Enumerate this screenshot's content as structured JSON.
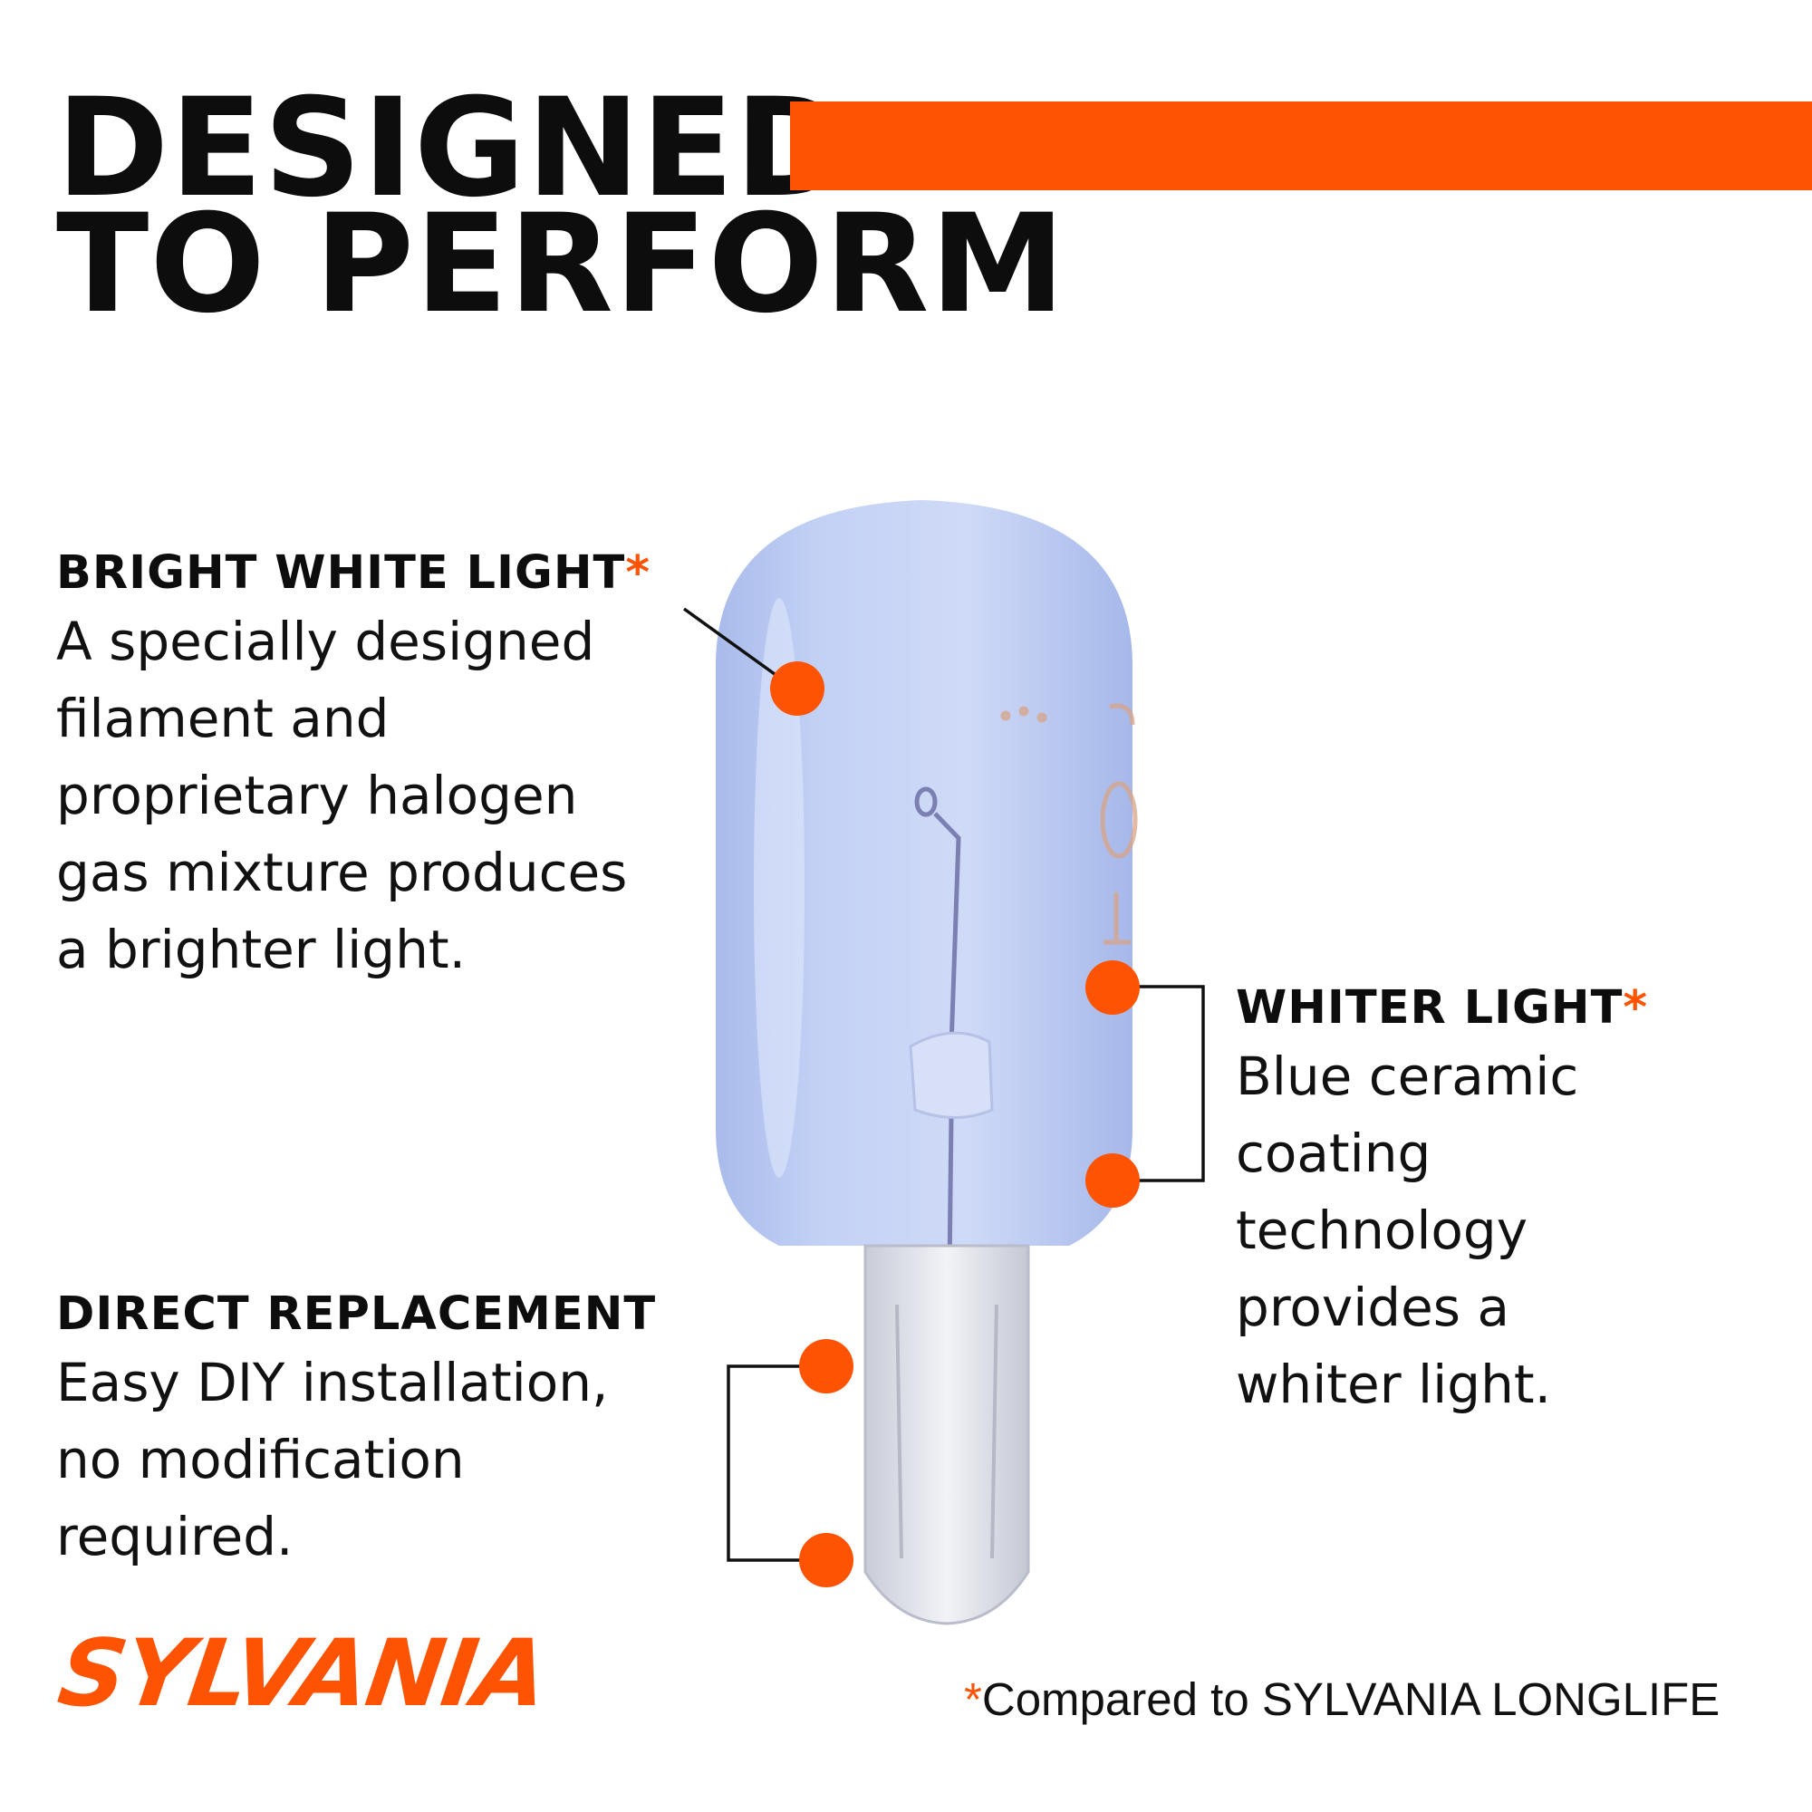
{
  "headline": {
    "line1": "DESIGNED",
    "line2": "TO PERFORM"
  },
  "callouts": {
    "bright": {
      "title": "BRIGHT WHITE LIGHT",
      "asterisk": "*",
      "lines": [
        "A specially designed",
        "filament and",
        "proprietary halogen",
        "gas mixture produces",
        "a brighter light."
      ]
    },
    "whiter": {
      "title": "WHITER LIGHT",
      "asterisk": "*",
      "lines": [
        "Blue ceramic",
        "coating",
        "technology",
        "provides a",
        "whiter light."
      ]
    },
    "direct": {
      "title": "DIRECT REPLACEMENT",
      "lines": [
        "Easy DIY installation,",
        "no modification",
        "required."
      ]
    }
  },
  "brand": {
    "logo": "SYLVANIA"
  },
  "footnote": {
    "asterisk": "*",
    "text": "Compared to SYLVANIA LONGLIFE"
  },
  "colors": {
    "accent": "#ff5304",
    "text": "#111111",
    "bulb_glass": "#b9c9f1",
    "background": "#ffffff"
  }
}
